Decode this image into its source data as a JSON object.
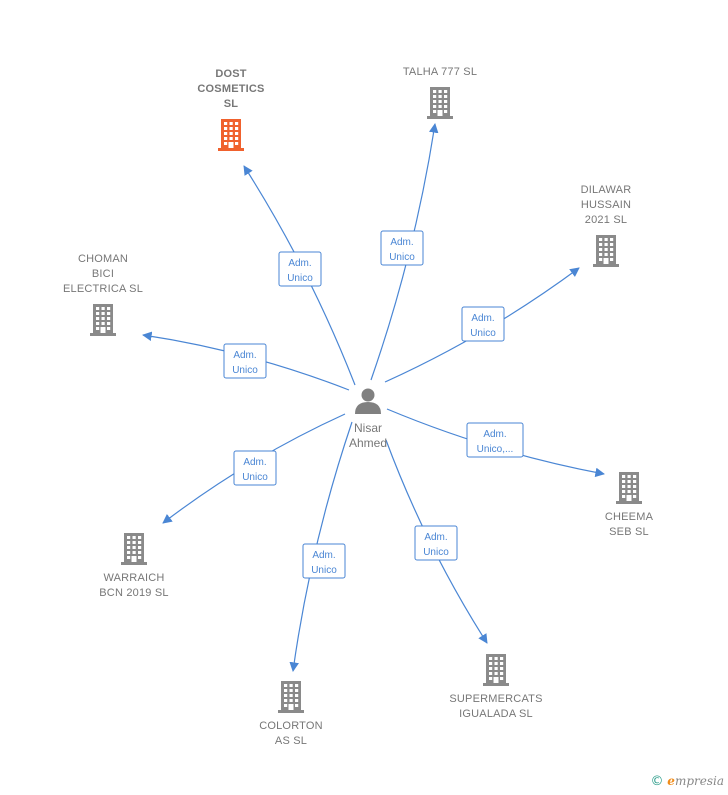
{
  "colors": {
    "edge": "#4a86d4",
    "building": "#8a8a8a",
    "building_highlight": "#f0612d",
    "person": "#808080",
    "label": "#777777"
  },
  "center": {
    "id": "nisar",
    "lines": [
      "Nisar",
      "Ahmed"
    ]
  },
  "companies": [
    {
      "id": "dost",
      "lines": [
        "DOST",
        "COSMETICS",
        "SL"
      ],
      "highlight": true,
      "relation": [
        "Adm.",
        "Unico"
      ]
    },
    {
      "id": "talha",
      "lines": [
        "TALHA 777  SL"
      ],
      "highlight": false,
      "relation": [
        "Adm.",
        "Unico"
      ]
    },
    {
      "id": "dilawar",
      "lines": [
        "DILAWAR",
        "HUSSAIN",
        "2021  SL"
      ],
      "highlight": false,
      "relation": [
        "Adm.",
        "Unico"
      ]
    },
    {
      "id": "choman",
      "lines": [
        "CHOMAN",
        "BICI",
        "ELECTRICA  SL"
      ],
      "highlight": false,
      "relation": [
        "Adm.",
        "Unico"
      ]
    },
    {
      "id": "cheema",
      "lines": [
        "CHEEMA",
        "SEB  SL"
      ],
      "highlight": false,
      "relation": [
        "Adm.",
        "Unico,..."
      ]
    },
    {
      "id": "warraich",
      "lines": [
        "WARRAICH",
        "BCN 2019  SL"
      ],
      "highlight": false,
      "relation": [
        "Adm.",
        "Unico"
      ]
    },
    {
      "id": "colorton",
      "lines": [
        "COLORTON",
        "AS  SL"
      ],
      "highlight": false,
      "relation": [
        "Adm.",
        "Unico"
      ]
    },
    {
      "id": "supermercats",
      "lines": [
        "SUPERMERCATS",
        "IGUALADA  SL"
      ],
      "highlight": false,
      "relation": [
        "Adm.",
        "Unico"
      ]
    }
  ],
  "brand": {
    "copyright": "©",
    "initial": "e",
    "rest": "mpresia"
  }
}
